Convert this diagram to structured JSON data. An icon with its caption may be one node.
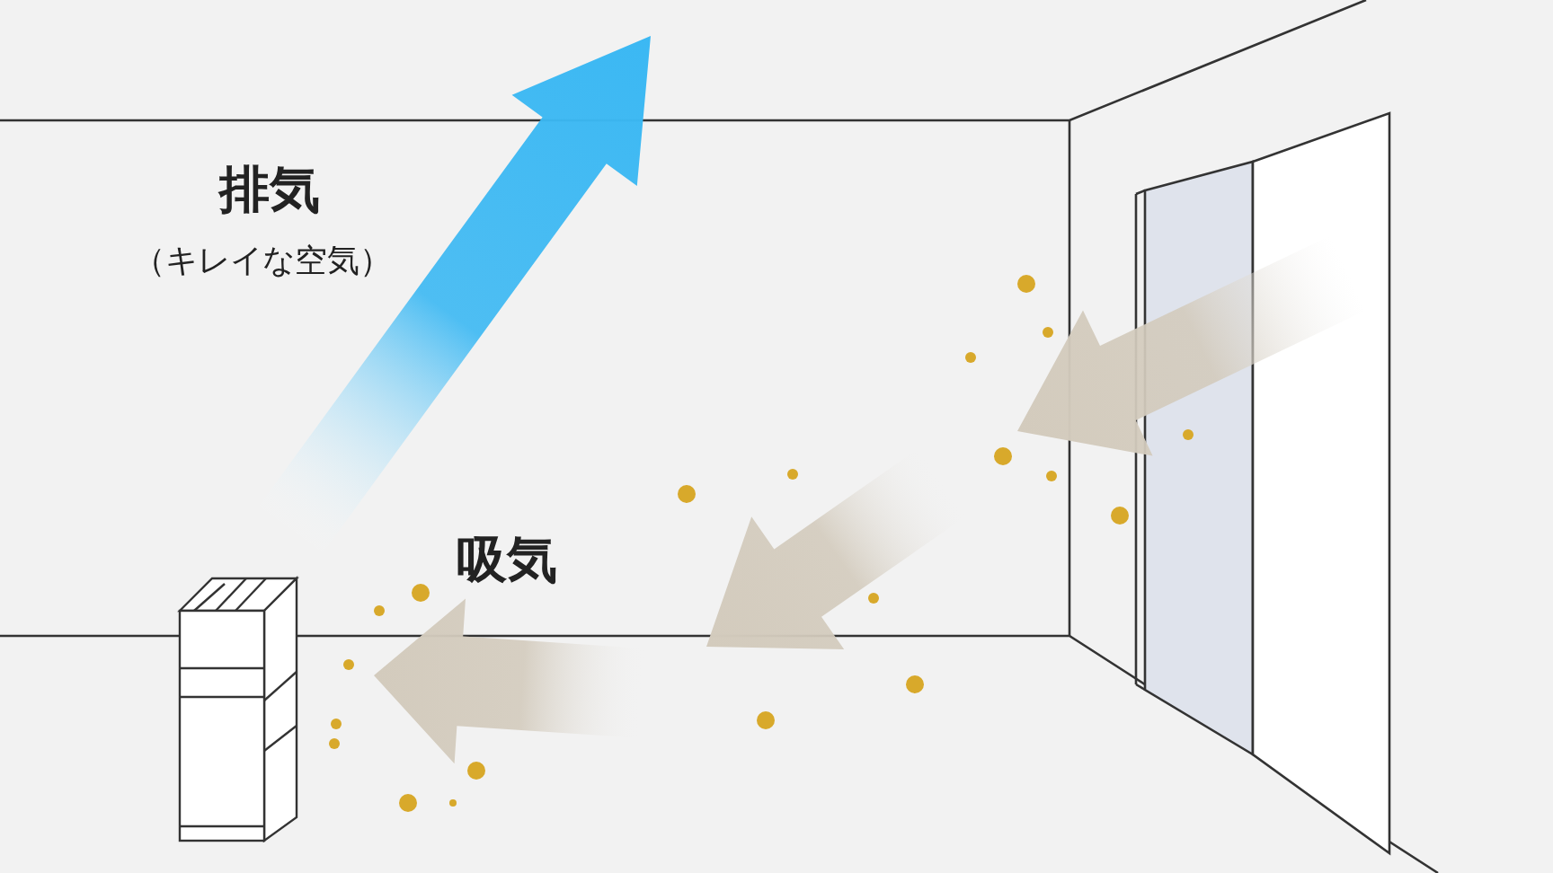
{
  "diagram": {
    "labels": [
      "排気",
      "（キレイな空気）",
      "吸気"
    ]
  }
}
